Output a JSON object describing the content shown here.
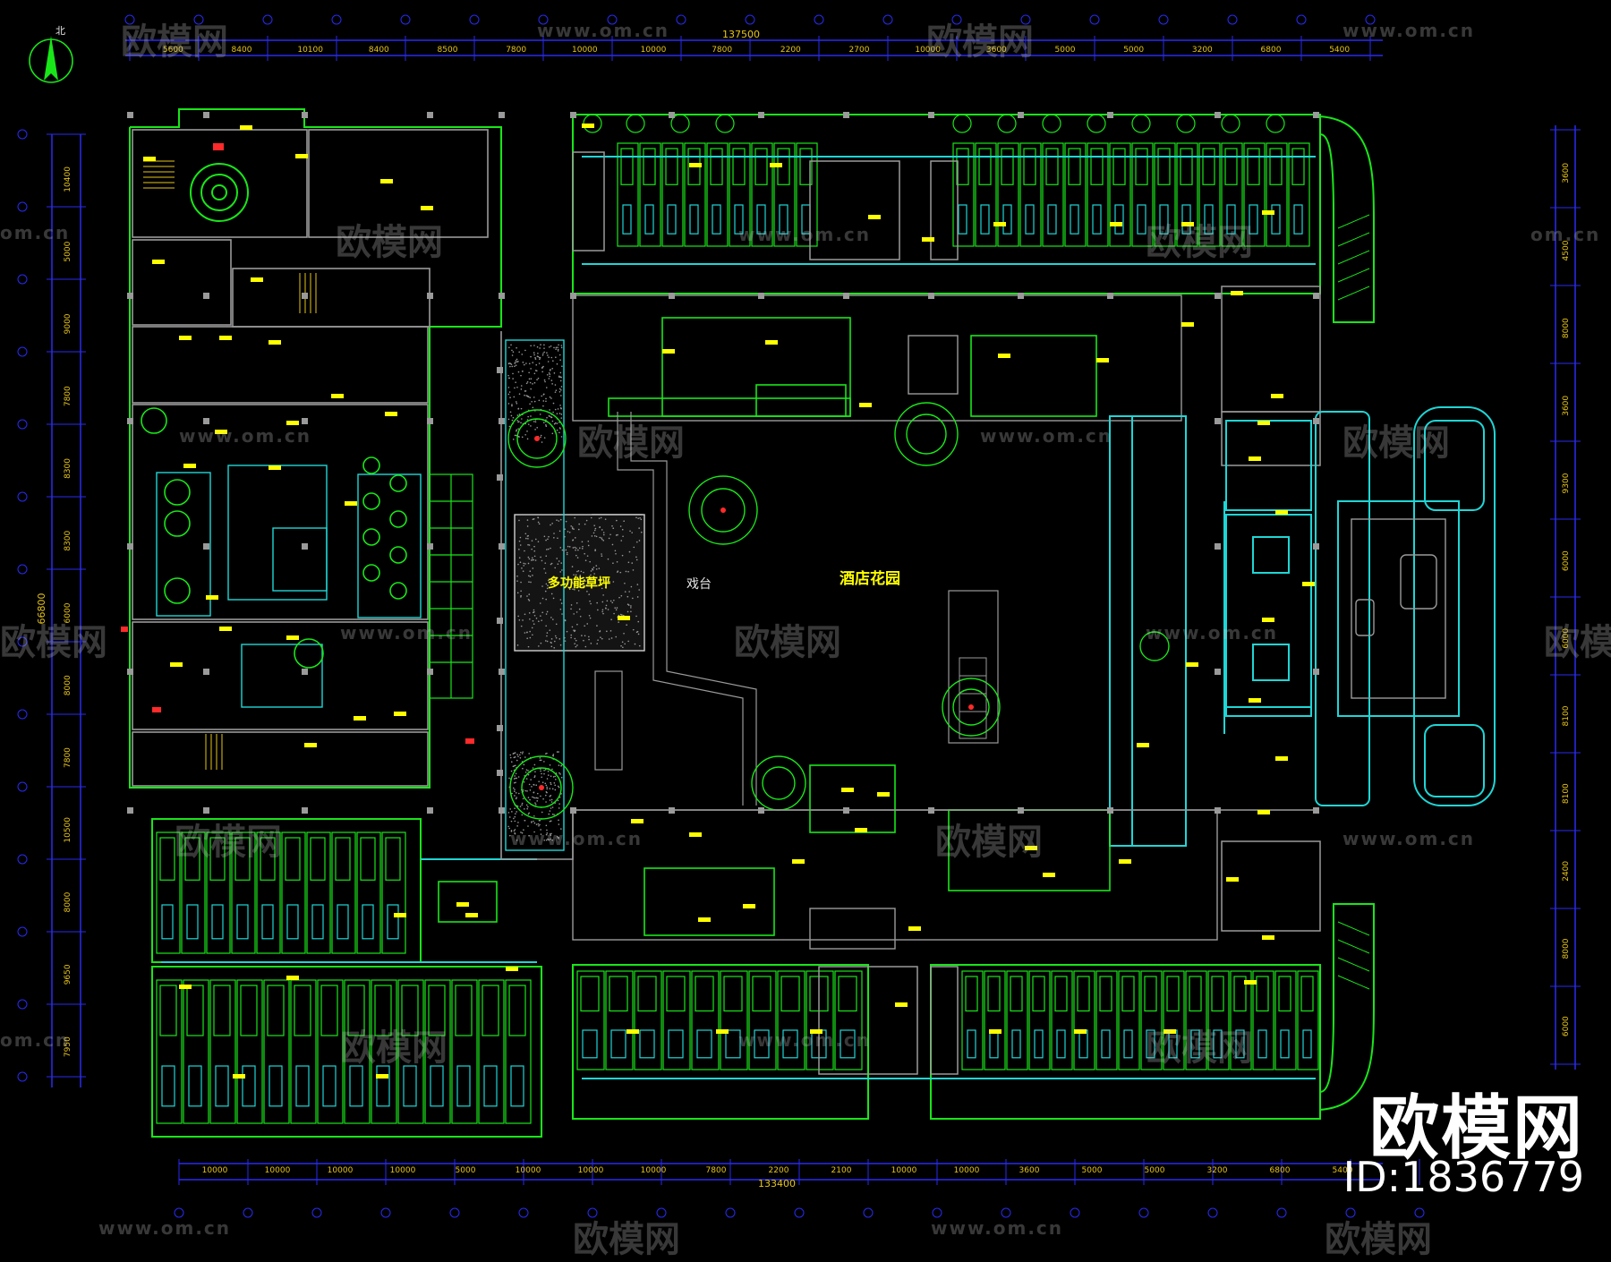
{
  "plan_labels": {
    "north_arrow": "北",
    "garden": "酒店花园",
    "lawn": "多功能草坪",
    "stage": "戏台"
  },
  "dimensions": {
    "top_overall": "137500",
    "bottom_overall": "133400",
    "left_overall": "66800",
    "top_segments": [
      "5600",
      "8400",
      "10100",
      "8400",
      "8500",
      "7800",
      "10000",
      "10000",
      "7800",
      "2200",
      "2700",
      "10000",
      "3600",
      "5000",
      "5000",
      "3200",
      "6800",
      "5400"
    ],
    "bottom_segments": [
      "10000",
      "10000",
      "10000",
      "10000",
      "5000",
      "10000",
      "10000",
      "10000",
      "7800",
      "2200",
      "2100",
      "10000",
      "10000",
      "3600",
      "5000",
      "5000",
      "3200",
      "6800",
      "5400"
    ],
    "left_segments": [
      "10400",
      "5000",
      "9000",
      "7800",
      "8300",
      "8300",
      "6000",
      "8000",
      "7800",
      "10500",
      "8000",
      "9650",
      "7950"
    ],
    "right_segments": [
      "3600",
      "4500",
      "8000",
      "3600",
      "9300",
      "6000",
      "6000",
      "8100",
      "8100",
      "2400",
      "8000",
      "6000"
    ]
  },
  "watermark": {
    "cn": "欧模网",
    "url": "www.om.cn",
    "url_short": "om.cn"
  },
  "brand": {
    "name": "欧模网",
    "id": "ID:1836779"
  },
  "colors": {
    "background": "#000000",
    "green": "#19e619",
    "cyan": "#1fd6d6",
    "blue": "#2a2af0",
    "yellow": "#ffff00",
    "gray": "#9a9a9a",
    "red": "#ff2a2a"
  }
}
